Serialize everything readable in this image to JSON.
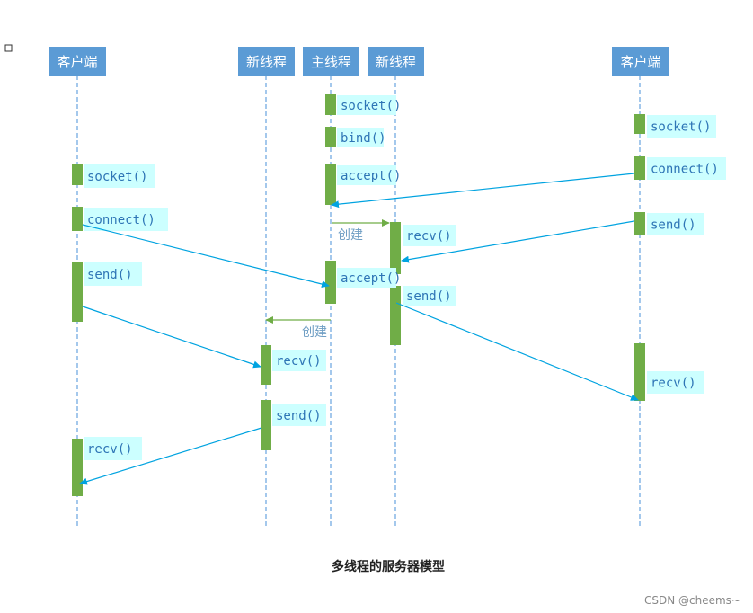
{
  "colors": {
    "header_fill": "#5b9bd5",
    "header_text": "#ffffff",
    "lifeline": "#4a90d9",
    "activation": "#70ad47",
    "label_bg": "#ccffff",
    "label_text": "#2e75b6",
    "message_arrow": "#00a3e0",
    "create_arrow": "#70ad47",
    "create_text": "#6f9ec4",
    "caption_text": "#222222",
    "watermark_text": "#888888"
  },
  "lifelines": [
    {
      "id": "client-left",
      "title": "客户端"
    },
    {
      "id": "thread-1",
      "title": "新线程"
    },
    {
      "id": "main-thread",
      "title": "主线程"
    },
    {
      "id": "thread-2",
      "title": "新线程"
    },
    {
      "id": "client-right",
      "title": "客户端"
    }
  ],
  "calls": [
    {
      "lane": "main-thread",
      "text": "socket()"
    },
    {
      "lane": "main-thread",
      "text": "bind()"
    },
    {
      "lane": "main-thread",
      "text": "accept()"
    },
    {
      "lane": "main-thread",
      "text": "accept()"
    },
    {
      "lane": "client-right",
      "text": "socket()"
    },
    {
      "lane": "client-right",
      "text": "connect()"
    },
    {
      "lane": "client-right",
      "text": "send()"
    },
    {
      "lane": "client-right",
      "text": "recv()"
    },
    {
      "lane": "client-left",
      "text": "socket()"
    },
    {
      "lane": "client-left",
      "text": "connect()"
    },
    {
      "lane": "client-left",
      "text": "send()"
    },
    {
      "lane": "client-left",
      "text": "recv()"
    },
    {
      "lane": "thread-2",
      "text": "recv()"
    },
    {
      "lane": "thread-2",
      "text": "send()"
    },
    {
      "lane": "thread-1",
      "text": "recv()"
    },
    {
      "lane": "thread-1",
      "text": "send()"
    }
  ],
  "create_messages": [
    {
      "from": "main-thread",
      "to": "thread-2",
      "text": "创建"
    },
    {
      "from": "main-thread",
      "to": "thread-1",
      "text": "创建"
    }
  ],
  "messages": [
    {
      "from": "client-right",
      "to": "main-thread"
    },
    {
      "from": "client-left",
      "to": "main-thread"
    },
    {
      "from": "client-right",
      "to": "thread-2"
    },
    {
      "from": "client-left",
      "to": "thread-1"
    },
    {
      "from": "thread-2",
      "to": "client-right"
    },
    {
      "from": "thread-1",
      "to": "client-left"
    }
  ],
  "caption": "多线程的服务器模型",
  "watermark": "CSDN @cheems~"
}
